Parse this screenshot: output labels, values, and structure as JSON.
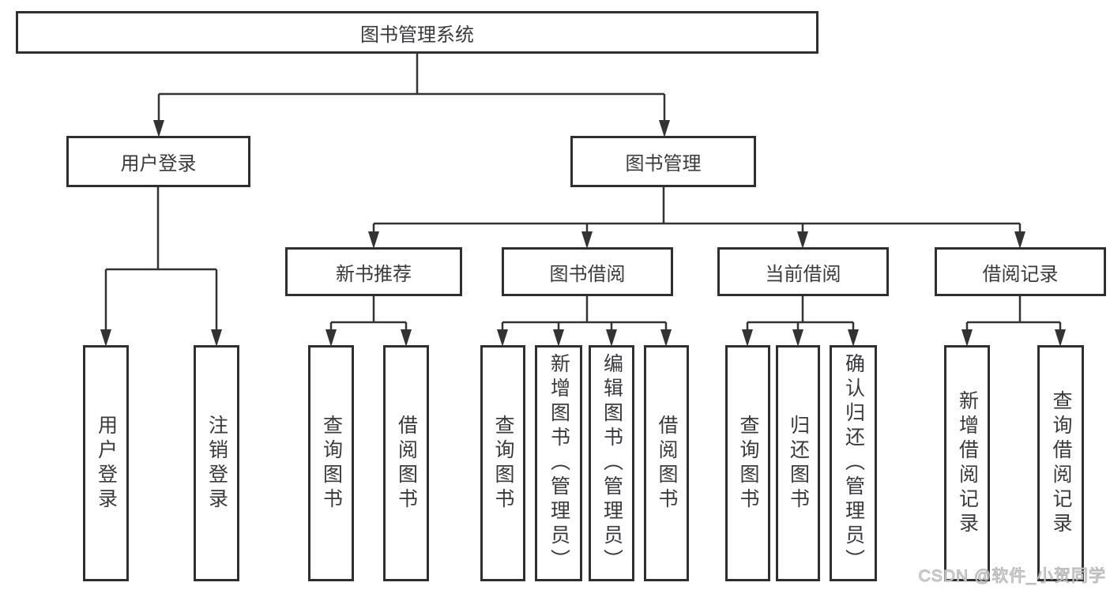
{
  "colors": {
    "line": "#333333",
    "box_border": "#2f2f31",
    "text": "#3a3a3e",
    "background": "#ffffff",
    "watermark": "#c8c8c8"
  },
  "watermark": {
    "text": "CSDN @软件_小贺同学"
  },
  "diagram": {
    "root": {
      "label": "图书管理系统"
    },
    "branches": [
      {
        "label": "用户登录",
        "children": [
          {
            "label": "用户登录"
          },
          {
            "label": "注销登录"
          }
        ]
      },
      {
        "label": "图书管理",
        "children": [
          {
            "label": "新书推荐",
            "children": [
              {
                "label": "查询图书"
              },
              {
                "label": "借阅图书"
              }
            ]
          },
          {
            "label": "图书借阅",
            "children": [
              {
                "label": "查询图书"
              },
              {
                "label": "新增图书（管理员）"
              },
              {
                "label": "编辑图书（管理员）"
              },
              {
                "label": "借阅图书"
              }
            ]
          },
          {
            "label": "当前借阅",
            "children": [
              {
                "label": "查询图书"
              },
              {
                "label": "归还图书"
              },
              {
                "label": "确认归还（管理员）"
              }
            ]
          },
          {
            "label": "借阅记录",
            "children": [
              {
                "label": "新增借阅记录"
              },
              {
                "label": "查询借阅记录"
              }
            ]
          }
        ]
      }
    ]
  }
}
